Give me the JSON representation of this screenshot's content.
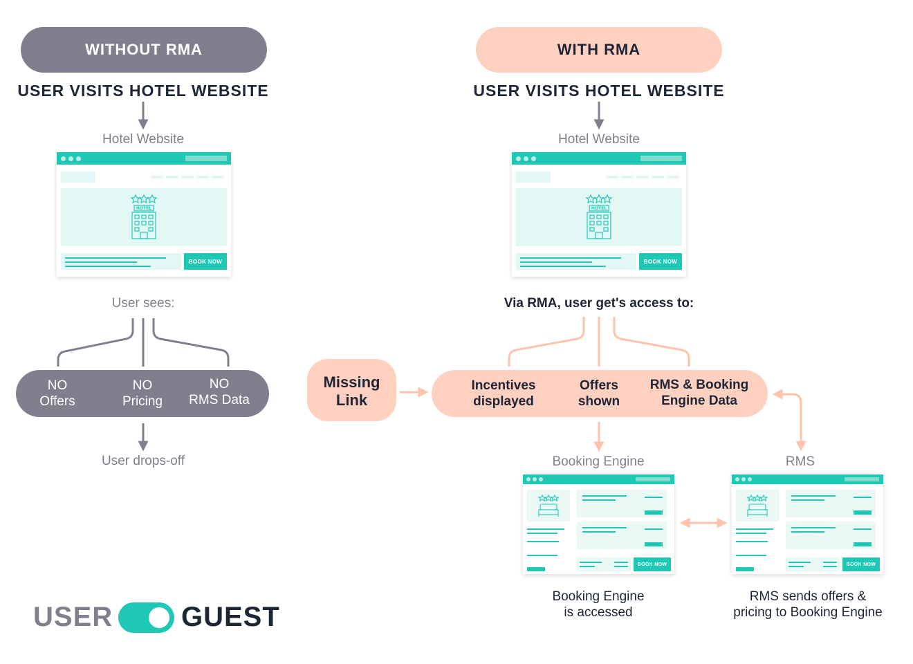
{
  "left": {
    "title": "WITHOUT RMA",
    "visit": "USER VISITS HOTEL WEBSITE",
    "site_label": "Hotel Website",
    "sees": "User sees:",
    "items": [
      {
        "line1": "NO",
        "line2": "Offers"
      },
      {
        "line1": "NO",
        "line2": "Pricing"
      },
      {
        "line1": "NO",
        "line2": "RMS Data"
      }
    ],
    "outcome": "User drops-off"
  },
  "right": {
    "title": "WITH RMA",
    "visit": "USER VISITS HOTEL WEBSITE",
    "site_label": "Hotel Website",
    "access": "Via RMA, user get's access to:",
    "missing_line1": "Missing",
    "missing_line2": "Link",
    "items": [
      {
        "line1": "Incentives",
        "line2": "displayed"
      },
      {
        "line1": "Offers",
        "line2": "shown"
      },
      {
        "line1": "RMS & Booking",
        "line2": "Engine Data"
      }
    ],
    "booking_label": "Booking Engine",
    "rms_label": "RMS",
    "booking_caption_1": "Booking Engine",
    "booking_caption_2": "is accessed",
    "rms_caption_1": "RMS sends offers &",
    "rms_caption_2": "pricing to Booking Engine"
  },
  "mockup": {
    "hotel_sign": "HOTEL",
    "book_now": "BOOK NOW"
  },
  "logo": {
    "left": "USER",
    "right": "GUEST"
  },
  "colors": {
    "gray": "#7f7f8d",
    "peach": "#fdd0c0",
    "teal": "#1ec8b4",
    "navy": "#1e2537"
  }
}
